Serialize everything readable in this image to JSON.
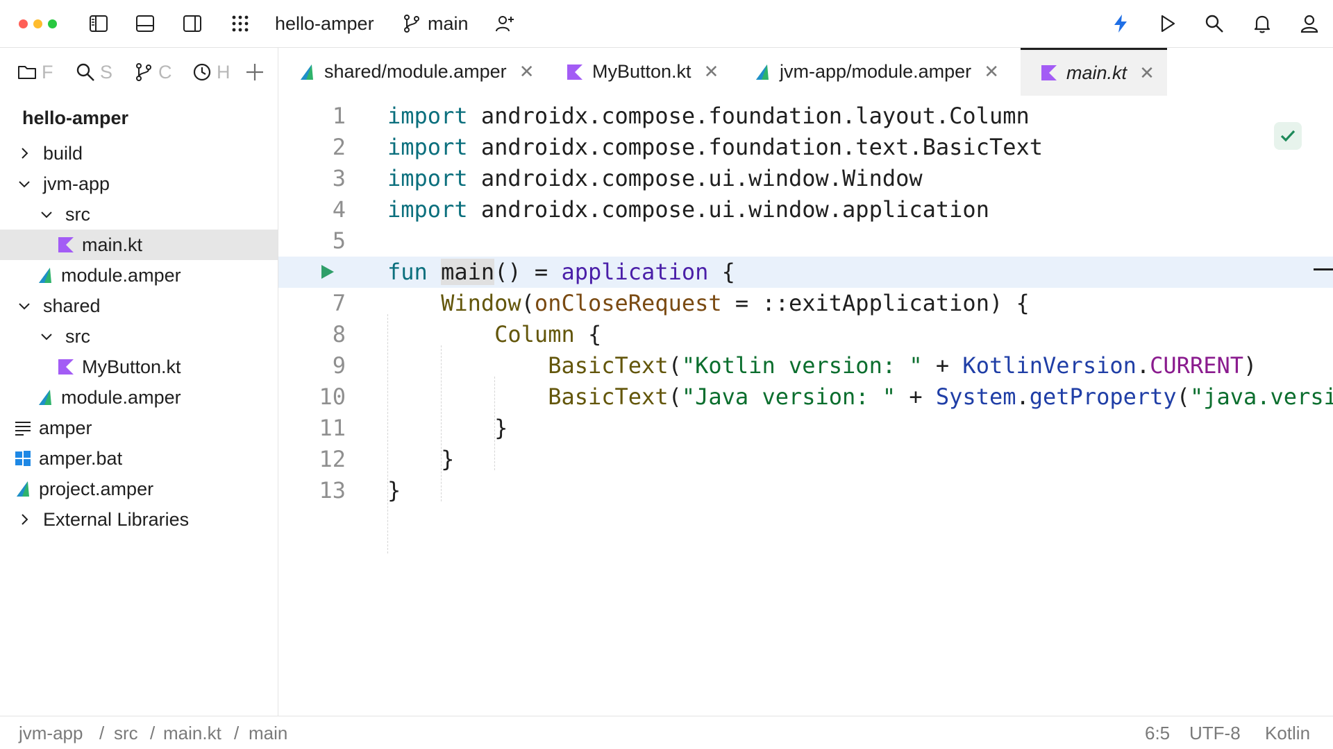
{
  "colors": {
    "traffic_close": "#ff5f57",
    "traffic_minimize": "#febc2e",
    "traffic_maximize": "#28c840",
    "kotlin_icon": "#a35cf5",
    "amper_icon": "#2fb36b",
    "accent_lightning": "#1f6fe5",
    "run_green": "#2f9e69"
  },
  "titlebar": {
    "project_name": "hello-amper",
    "branch": "main",
    "icons": [
      "toggle-left-panel-icon",
      "toggle-bottom-panel-icon",
      "toggle-right-panel-icon",
      "apps-grid-icon",
      "branch-icon",
      "add-user-icon",
      "lightning-icon",
      "run-icon",
      "search-icon",
      "bell-icon",
      "user-icon"
    ]
  },
  "sidebar": {
    "tabs": [
      {
        "icon": "folder-icon",
        "label": "F"
      },
      {
        "icon": "search-icon",
        "label": "S"
      },
      {
        "icon": "branch-icon",
        "label": "C"
      },
      {
        "icon": "clock-icon",
        "label": "H"
      }
    ],
    "root": "hello-amper",
    "items": [
      {
        "label": "build",
        "chevron": "right",
        "icon": "",
        "depth": 0
      },
      {
        "label": "jvm-app",
        "chevron": "down",
        "icon": "",
        "depth": 0
      },
      {
        "label": "src",
        "chevron": "down",
        "icon": "",
        "depth": 1
      },
      {
        "label": "main.kt",
        "chevron": "",
        "icon": "kotlin-file-icon",
        "depth": 2,
        "selected": true
      },
      {
        "label": "module.amper",
        "chevron": "",
        "icon": "amper-file-icon",
        "depth": 1
      },
      {
        "label": "shared",
        "chevron": "down",
        "icon": "",
        "depth": 0
      },
      {
        "label": "src",
        "chevron": "down",
        "icon": "",
        "depth": 1
      },
      {
        "label": "MyButton.kt",
        "chevron": "",
        "icon": "kotlin-file-icon",
        "depth": 2
      },
      {
        "label": "module.amper",
        "chevron": "",
        "icon": "amper-file-icon",
        "depth": 1
      },
      {
        "label": "amper",
        "chevron": "",
        "icon": "text-file-icon",
        "depth": 0
      },
      {
        "label": "amper.bat",
        "chevron": "",
        "icon": "windows-file-icon",
        "depth": 0
      },
      {
        "label": "project.amper",
        "chevron": "",
        "icon": "amper-file-icon",
        "depth": 0
      },
      {
        "label": "External Libraries",
        "chevron": "right",
        "icon": "",
        "depth": 0
      }
    ]
  },
  "tabs": [
    {
      "label": "shared/module.amper",
      "icon": "amper-file-icon",
      "active": false
    },
    {
      "label": "MyButton.kt",
      "icon": "kotlin-file-icon",
      "active": false
    },
    {
      "label": "jvm-app/module.amper",
      "icon": "amper-file-icon",
      "active": false
    },
    {
      "label": "main.kt",
      "icon": "kotlin-file-icon",
      "active": true
    }
  ],
  "editor": {
    "current_line": 6,
    "lines": [
      {
        "n": "1",
        "tokens": [
          [
            "kw",
            "import"
          ],
          [
            "plain",
            " androidx.compose.foundation.layout.Column"
          ]
        ]
      },
      {
        "n": "2",
        "tokens": [
          [
            "kw",
            "import"
          ],
          [
            "plain",
            " androidx.compose.foundation.text.BasicText"
          ]
        ]
      },
      {
        "n": "3",
        "tokens": [
          [
            "kw",
            "import"
          ],
          [
            "plain",
            " androidx.compose.ui.window.Window"
          ]
        ]
      },
      {
        "n": "4",
        "tokens": [
          [
            "kw",
            "import"
          ],
          [
            "plain",
            " androidx.compose.ui.window.application"
          ]
        ]
      },
      {
        "n": "5",
        "tokens": []
      },
      {
        "n": "",
        "tokens": [
          [
            "kw",
            "fun"
          ],
          [
            "plain",
            " "
          ],
          [
            "hl",
            "main"
          ],
          [
            "plain",
            "() = "
          ],
          [
            "appl",
            "application"
          ],
          [
            "plain",
            " {"
          ]
        ]
      },
      {
        "n": "7",
        "tokens": [
          [
            "plain",
            "    "
          ],
          [
            "fncall",
            "Window"
          ],
          [
            "plain",
            "("
          ],
          [
            "param",
            "onCloseRequest"
          ],
          [
            "plain",
            " = ::exitApplication) {"
          ]
        ]
      },
      {
        "n": "8",
        "tokens": [
          [
            "plain",
            "        "
          ],
          [
            "fncall",
            "Column"
          ],
          [
            "plain",
            " {"
          ]
        ]
      },
      {
        "n": "9",
        "tokens": [
          [
            "plain",
            "            "
          ],
          [
            "fncall",
            "BasicText"
          ],
          [
            "plain",
            "("
          ],
          [
            "str",
            "\"Kotlin version: \""
          ],
          [
            "plain",
            " + "
          ],
          [
            "cls",
            "KotlinVersion"
          ],
          [
            "plain",
            "."
          ],
          [
            "constv",
            "CURRENT"
          ],
          [
            "plain",
            ")"
          ]
        ]
      },
      {
        "n": "10",
        "tokens": [
          [
            "plain",
            "            "
          ],
          [
            "fncall",
            "BasicText"
          ],
          [
            "plain",
            "("
          ],
          [
            "str",
            "\"Java version: \""
          ],
          [
            "plain",
            " + "
          ],
          [
            "cls",
            "System"
          ],
          [
            "plain",
            "."
          ],
          [
            "cls",
            "getProperty"
          ],
          [
            "plain",
            "("
          ],
          [
            "str",
            "\"java.versi"
          ]
        ]
      },
      {
        "n": "11",
        "tokens": [
          [
            "plain",
            "        }"
          ]
        ]
      },
      {
        "n": "12",
        "tokens": [
          [
            "plain",
            "    }"
          ]
        ]
      },
      {
        "n": "13",
        "tokens": [
          [
            "plain",
            "}"
          ]
        ]
      }
    ]
  },
  "statusbar": {
    "breadcrumbs": [
      "jvm-app",
      "src",
      "main.kt",
      "main"
    ],
    "separator": "/",
    "position": "6:5",
    "encoding": "UTF-8",
    "language": "Kotlin"
  }
}
